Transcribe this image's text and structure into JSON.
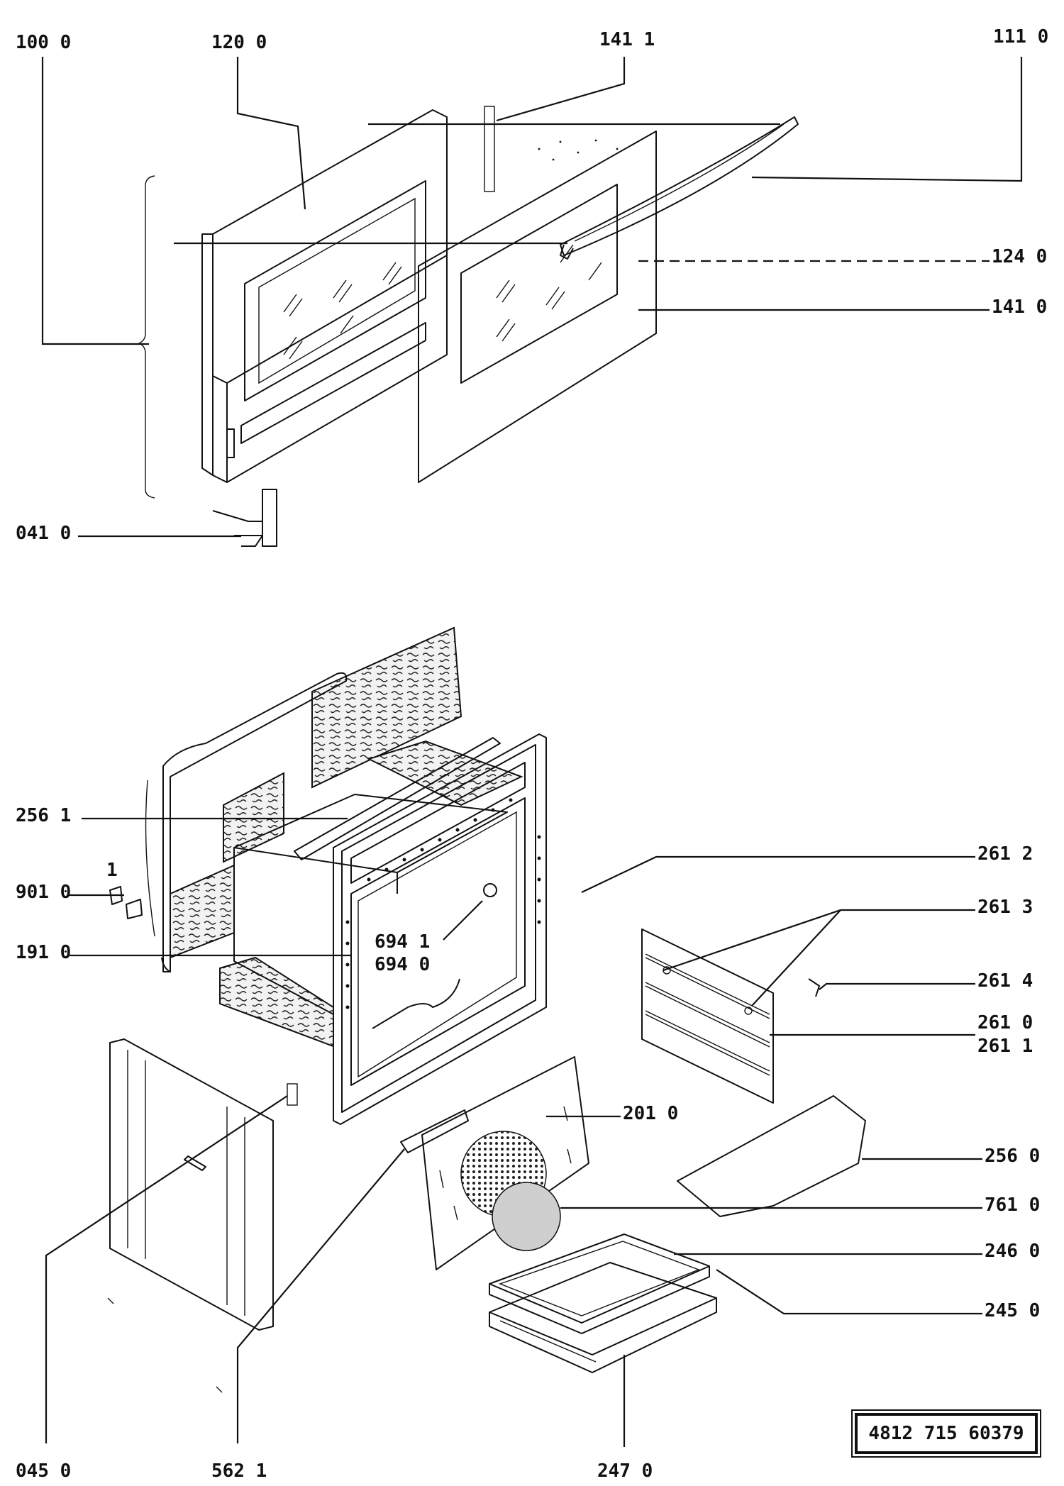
{
  "document_number": "4812 715 60379",
  "part_labels": {
    "p1000": "100 0",
    "p1200": "120 0",
    "p1411": "141 1",
    "p1110": "111 0",
    "p1240": "124 0",
    "p1410": "141 0",
    "p0410": "041 0",
    "p2561": "256 1",
    "p9010": "901 0",
    "p1910": "191 0",
    "p6941": "694 1",
    "p6940": "694 0",
    "p2612": "261 2",
    "p2613": "261 3",
    "p2614": "261 4",
    "p2610": "261 0",
    "p2611": "261 1",
    "p2010": "201 0",
    "p2560": "256 0",
    "p7610": "761 0",
    "p2460": "246 0",
    "p2450": "245 0",
    "p2470": "247 0",
    "p0450": "045 0",
    "p5621": "562 1",
    "p1": "1"
  }
}
